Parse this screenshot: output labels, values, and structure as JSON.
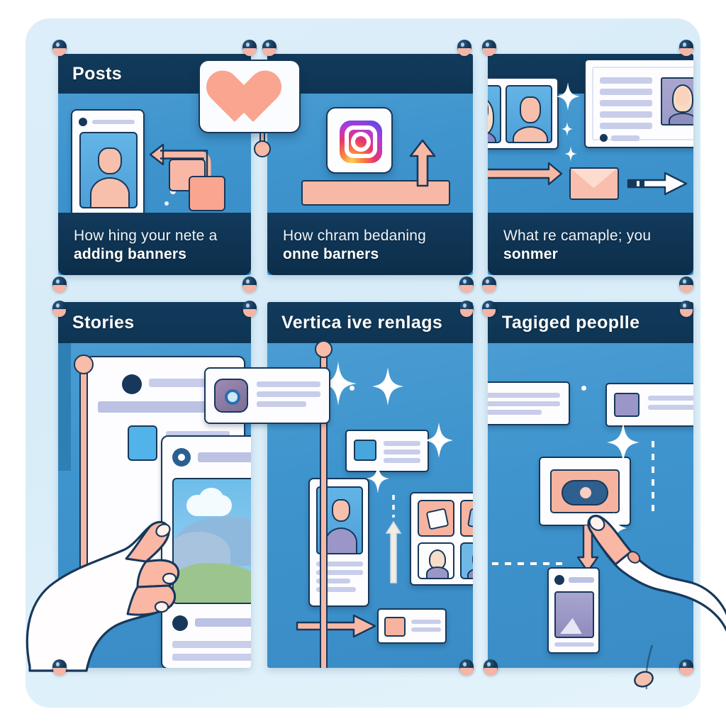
{
  "meta": {
    "title": "Social media content types infographic",
    "style": "flat vector illustration, pinned board"
  },
  "colors": {
    "board_bg": "#ddeefa",
    "panel_header": "#123a5c",
    "panel_body": "#4e9fd4",
    "caption_bg": "#0c2e4a",
    "accent_peach": "#f9a58f",
    "outline": "#17385a",
    "card_white": "#fdfdff",
    "text_line": "#c8cdea"
  },
  "panels": [
    {
      "id": "posts",
      "title": "POSTS",
      "caption_line1": "How hing your nete a",
      "caption_line2": "adding banners",
      "icons": [
        "phone-post-card",
        "left-curve-arrow",
        "stacked-squares",
        "heart-card"
      ]
    },
    {
      "id": "reels",
      "title": "",
      "caption_line1": "How chram bedaning",
      "caption_line2": "onne barners",
      "icons": [
        "instagram-logo-card",
        "peach-bar-connector",
        "up-arrow"
      ]
    },
    {
      "id": "profiles",
      "title": "",
      "caption_line1": "What re camaple; you",
      "caption_line2": "sonmer",
      "icons": [
        "two-people-card",
        "double-arrow",
        "envelope-icon",
        "right-arrow",
        "document-card"
      ]
    },
    {
      "id": "stories",
      "title": "STORIES",
      "caption_line1": "",
      "caption_line2": "",
      "icons": [
        "phone-story-card",
        "instagram-mini-card",
        "pinch-hand",
        "cloud-landscape"
      ]
    },
    {
      "id": "reels-vertical",
      "title": "VERTICA IVE RENLAGS",
      "caption_line1": "",
      "caption_line2": "",
      "icons": [
        "envelope-card",
        "person-card",
        "photo-grid",
        "up-arrow-dashed",
        "right-arrow"
      ]
    },
    {
      "id": "tagged",
      "title": "TAGIGED PEOPLLE",
      "caption_line1": "",
      "caption_line2": "",
      "icons": [
        "tag-card",
        "pointing-hand",
        "mini-post-card",
        "sparkles",
        "down-arrow"
      ]
    }
  ],
  "titles": {
    "posts": "Posts",
    "stories": "Stories",
    "reels_vertical": "Vertica ive renlags",
    "tagged": "Tagiged peoplle"
  },
  "captions": {
    "c1_l1": "How hing your nete a",
    "c1_l2": "adding banners",
    "c2_l1": "How chram bedaning",
    "c2_l2": "onne barners",
    "c3_l1": "What re camaple; you",
    "c3_l2": "sonmer"
  }
}
